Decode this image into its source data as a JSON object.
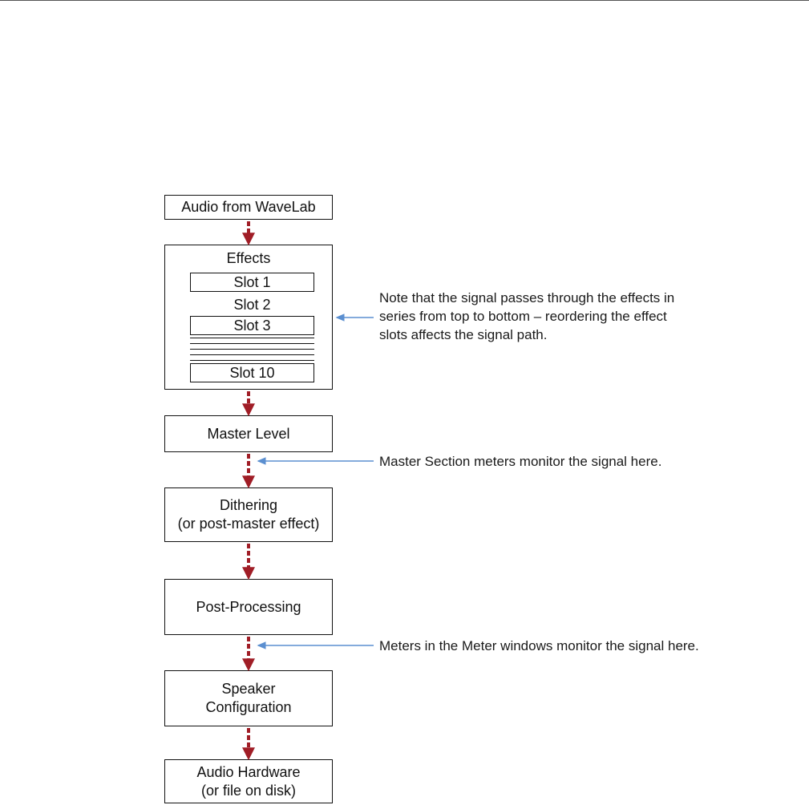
{
  "colors": {
    "flow_arrow": "#a01d26",
    "note_arrow": "#5b8fd0",
    "box_border": "#111111"
  },
  "nodes": {
    "source": {
      "label": "Audio from WaveLab"
    },
    "effects": {
      "title": "Effects",
      "slots": [
        "Slot 1",
        "Slot 2",
        "Slot 3",
        "Slot 10"
      ]
    },
    "master_level": {
      "label": "Master Level"
    },
    "dithering": {
      "line1": "Dithering",
      "line2": "(or post-master effect)"
    },
    "post_processing": {
      "label": "Post-Processing"
    },
    "speaker": {
      "line1": "Speaker",
      "line2": "Configuration"
    },
    "hardware": {
      "line1": "Audio Hardware",
      "line2": "(or file on disk)"
    }
  },
  "notes": {
    "effects_note": [
      "Note that the signal passes through the effects in",
      "series from top to bottom – reordering the effect",
      "slots affects the signal path."
    ],
    "master_meters_note": "Master Section meters monitor the signal here.",
    "meter_windows_note": "Meters in the Meter windows monitor the signal here."
  }
}
